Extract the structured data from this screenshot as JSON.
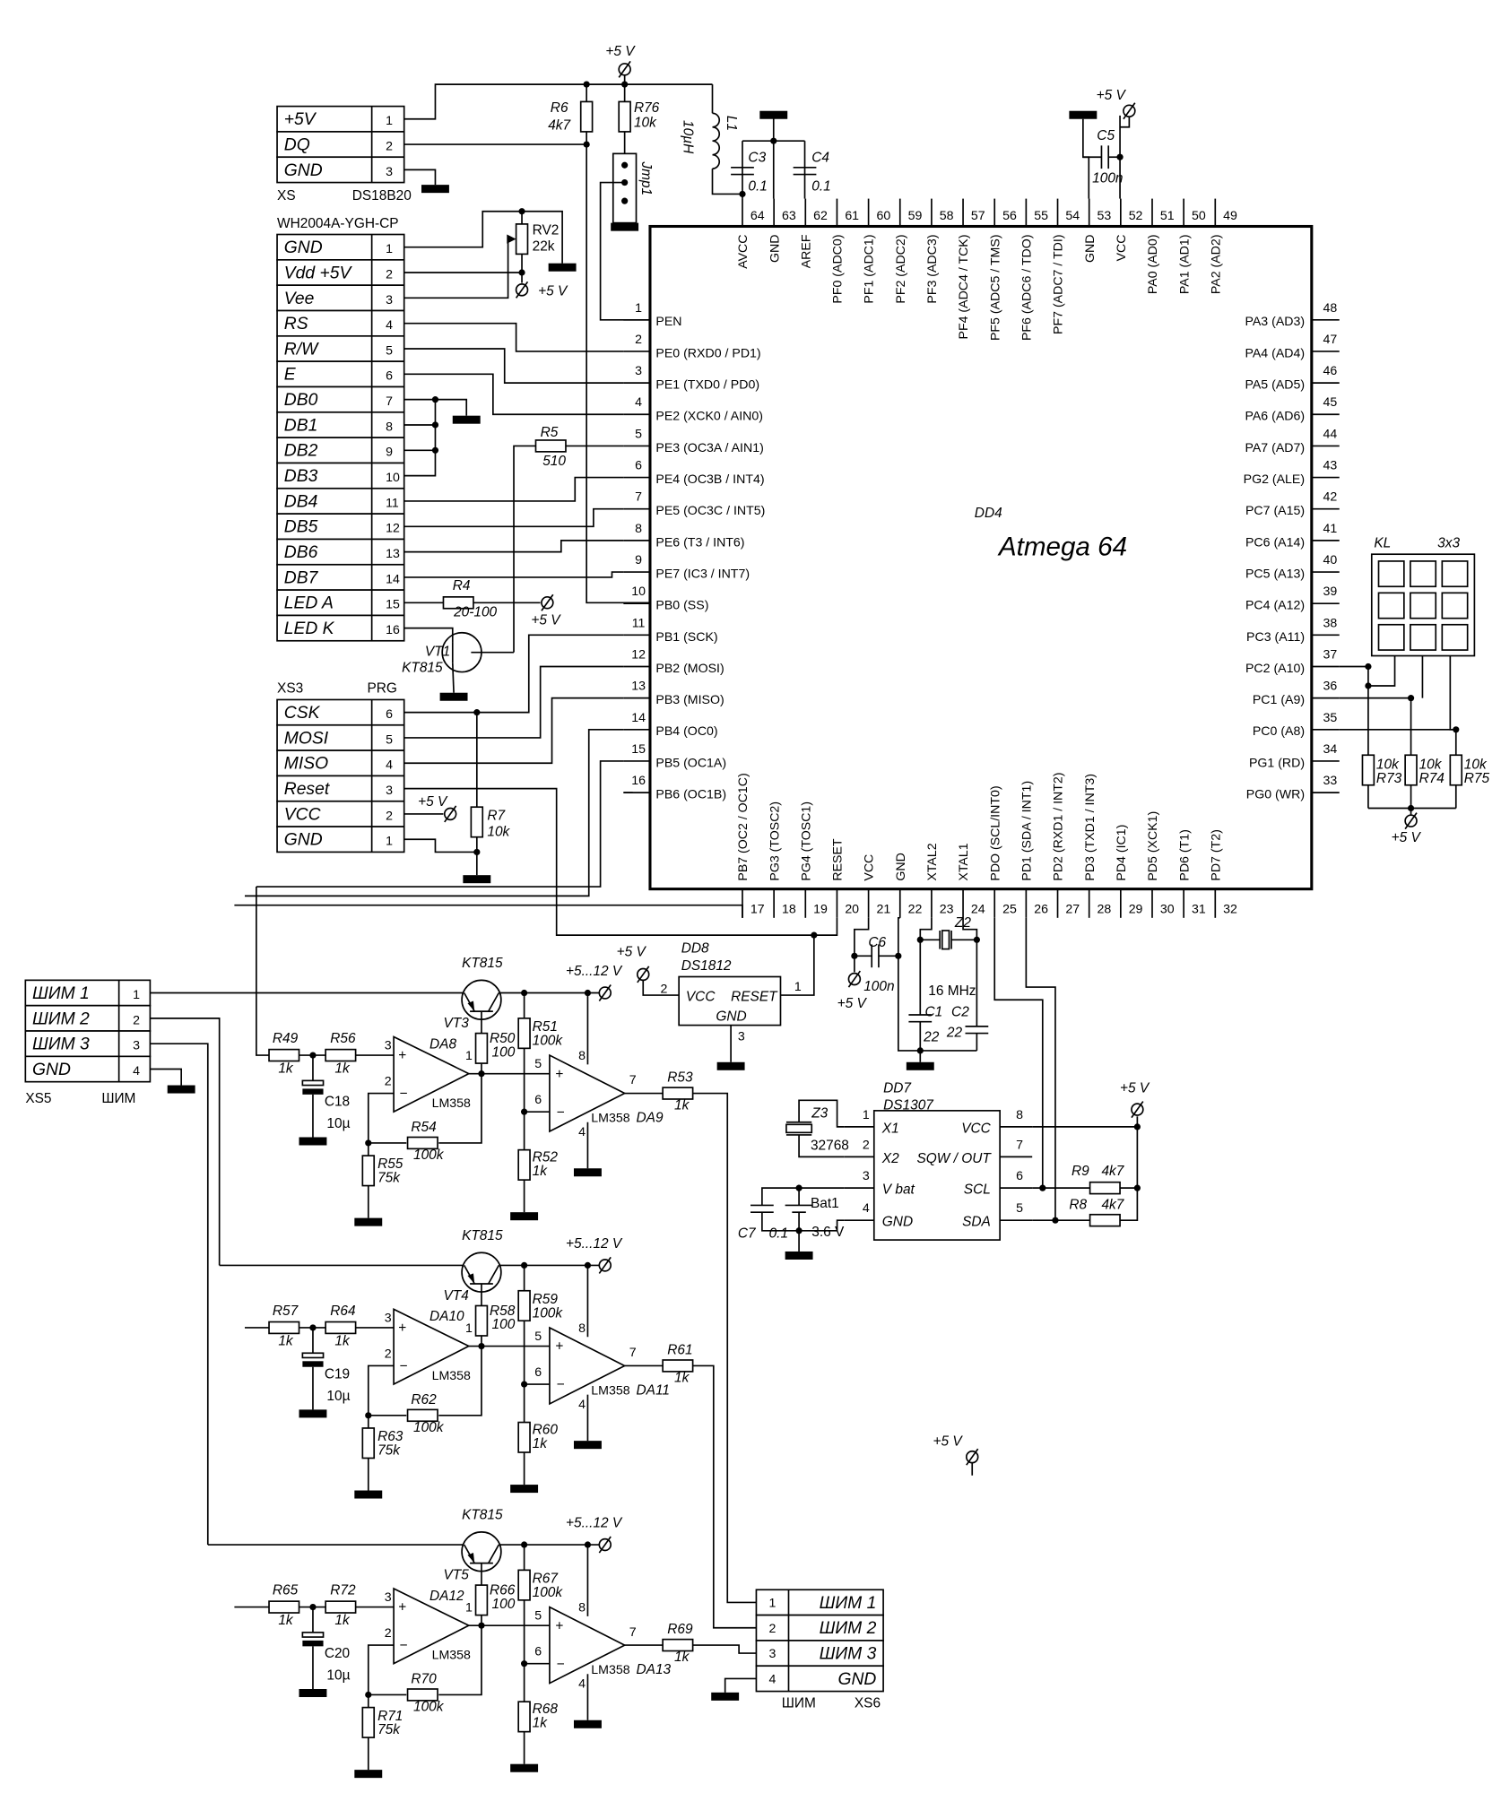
{
  "colors": {
    "ink": "#000000",
    "background": "#ffffff"
  },
  "ds18b20": {
    "ref": "XS",
    "name": "DS18B20",
    "rows": [
      {
        "label": "+5V",
        "pin": "1"
      },
      {
        "label": "DQ",
        "pin": "2"
      },
      {
        "label": "GND",
        "pin": "3"
      }
    ]
  },
  "lcd": {
    "name": "WH2004A-YGH-CP",
    "rows": [
      {
        "label": "GND",
        "pin": "1"
      },
      {
        "label": "Vdd +5V",
        "pin": "2"
      },
      {
        "label": "Vee",
        "pin": "3"
      },
      {
        "label": "RS",
        "pin": "4"
      },
      {
        "label": "R/W",
        "pin": "5"
      },
      {
        "label": "E",
        "pin": "6"
      },
      {
        "label": "DB0",
        "pin": "7"
      },
      {
        "label": "DB1",
        "pin": "8"
      },
      {
        "label": "DB2",
        "pin": "9"
      },
      {
        "label": "DB3",
        "pin": "10"
      },
      {
        "label": "DB4",
        "pin": "11"
      },
      {
        "label": "DB5",
        "pin": "12"
      },
      {
        "label": "DB6",
        "pin": "13"
      },
      {
        "label": "DB7",
        "pin": "14"
      },
      {
        "label": "LED A",
        "pin": "15"
      },
      {
        "label": "LED K",
        "pin": "16"
      }
    ]
  },
  "prg": {
    "ref": "XS3",
    "name": "PRG",
    "rows": [
      {
        "label": "CSK",
        "pin": "6"
      },
      {
        "label": "MOSI",
        "pin": "5"
      },
      {
        "label": "MISO",
        "pin": "4"
      },
      {
        "label": "Reset",
        "pin": "3"
      },
      {
        "label": "VCC",
        "pin": "2"
      },
      {
        "label": "GND",
        "pin": "1"
      }
    ]
  },
  "top": {
    "supply": "+5 V",
    "r6": {
      "ref": "R6",
      "value": "4k7"
    },
    "r76": {
      "ref": "R76",
      "value": "10k"
    },
    "jmp": "Jmp1",
    "l1": {
      "ref": "L1",
      "value": "10µH"
    },
    "c3": {
      "ref": "C3",
      "value": "0.1"
    },
    "c4": {
      "ref": "C4",
      "value": "0.1"
    },
    "c5": {
      "ref": "C5",
      "value": "100n"
    },
    "supply2": "+5 V"
  },
  "lcdpart": {
    "rv2": {
      "ref": "RV2",
      "value": "22k"
    },
    "rv2_supply": "+5 V",
    "r5": {
      "ref": "R5",
      "value": "510"
    },
    "r4": {
      "ref": "R4",
      "value": "20-100"
    },
    "r4_supply": "+5 V",
    "vt1": {
      "ref": "VT1",
      "value": "KT815"
    }
  },
  "prgpart": {
    "vcc_supply": "+5 V",
    "r7": {
      "ref": "R7",
      "value": "10k"
    }
  },
  "mcu": {
    "ref": "DD4",
    "name": "Atmega 64",
    "left": [
      {
        "n": "1",
        "l": "PEN"
      },
      {
        "n": "2",
        "l": "PE0 (RXD0 / PD1)"
      },
      {
        "n": "3",
        "l": "PE1 (TXD0 / PD0)"
      },
      {
        "n": "4",
        "l": "PE2 (XCK0 / AIN0)"
      },
      {
        "n": "5",
        "l": "PE3 (OC3A / AIN1)"
      },
      {
        "n": "6",
        "l": "PE4 (OC3B / INT4)"
      },
      {
        "n": "7",
        "l": "PE5 (OC3C / INT5)"
      },
      {
        "n": "8",
        "l": "PE6 (T3 / INT6)"
      },
      {
        "n": "9",
        "l": "PE7 (IC3 / INT7)"
      },
      {
        "n": "10",
        "l": "PB0 (SS)"
      },
      {
        "n": "11",
        "l": "PB1 (SCK)"
      },
      {
        "n": "12",
        "l": "PB2 (MOSI)"
      },
      {
        "n": "13",
        "l": "PB3 (MISO)"
      },
      {
        "n": "14",
        "l": "PB4 (OC0)"
      },
      {
        "n": "15",
        "l": "PB5 (OC1A)"
      },
      {
        "n": "16",
        "l": "PB6 (OC1B)"
      }
    ],
    "right": [
      {
        "n": "48",
        "l": "PA3 (AD3)"
      },
      {
        "n": "47",
        "l": "PA4 (AD4)"
      },
      {
        "n": "46",
        "l": "PA5 (AD5)"
      },
      {
        "n": "45",
        "l": "PA6 (AD6)"
      },
      {
        "n": "44",
        "l": "PA7 (AD7)"
      },
      {
        "n": "43",
        "l": "PG2 (ALE)"
      },
      {
        "n": "42",
        "l": "PC7 (A15)"
      },
      {
        "n": "41",
        "l": "PC6 (A14)"
      },
      {
        "n": "40",
        "l": "PC5 (A13)"
      },
      {
        "n": "39",
        "l": "PC4 (A12)"
      },
      {
        "n": "38",
        "l": "PC3 (A11)"
      },
      {
        "n": "37",
        "l": "PC2 (A10)"
      },
      {
        "n": "36",
        "l": "PC1 (A9)"
      },
      {
        "n": "35",
        "l": "PC0 (A8)"
      },
      {
        "n": "34",
        "l": "PG1 (RD)"
      },
      {
        "n": "33",
        "l": "PG0 (WR)"
      }
    ],
    "top": [
      {
        "n": "64",
        "l": "AVCC"
      },
      {
        "n": "63",
        "l": "GND"
      },
      {
        "n": "62",
        "l": "AREF"
      },
      {
        "n": "61",
        "l": "PF0 (ADC0)"
      },
      {
        "n": "60",
        "l": "PF1 (ADC1)"
      },
      {
        "n": "59",
        "l": "PF2 (ADC2)"
      },
      {
        "n": "58",
        "l": "PF3 (ADC3)"
      },
      {
        "n": "57",
        "l": "PF4 (ADC4 / TCK)"
      },
      {
        "n": "56",
        "l": "PF5 (ADC5 / TMS)"
      },
      {
        "n": "55",
        "l": "PF6 (ADC6 / TDO)"
      },
      {
        "n": "54",
        "l": "PF7 (ADC7 / TDI)"
      },
      {
        "n": "53",
        "l": "GND"
      },
      {
        "n": "52",
        "l": "VCC"
      },
      {
        "n": "51",
        "l": "PA0 (AD0)"
      },
      {
        "n": "50",
        "l": "PA1 (AD1)"
      },
      {
        "n": "49",
        "l": "PA2 (AD2)"
      }
    ],
    "bottom": [
      {
        "n": "17",
        "l": "PB7 (OC2 / OC1C)"
      },
      {
        "n": "18",
        "l": "PG3 (TOSC2)"
      },
      {
        "n": "19",
        "l": "PG4 (TOSC1)"
      },
      {
        "n": "20",
        "l": "RESET"
      },
      {
        "n": "21",
        "l": "VCC"
      },
      {
        "n": "22",
        "l": "GND"
      },
      {
        "n": "23",
        "l": "XTAL2"
      },
      {
        "n": "24",
        "l": "XTAL1"
      },
      {
        "n": "25",
        "l": "PDO (SCL/INT0)"
      },
      {
        "n": "26",
        "l": "PD1 (SDA / INT1)"
      },
      {
        "n": "27",
        "l": "PD2 (RXD1 / INT2)"
      },
      {
        "n": "28",
        "l": "PD3 (TXD1 / INT3)"
      },
      {
        "n": "29",
        "l": "PD4 (IC1)"
      },
      {
        "n": "30",
        "l": "PD5 (XCK1)"
      },
      {
        "n": "31",
        "l": "PD6 (T1)"
      },
      {
        "n": "32",
        "l": "PD7 (T2)"
      }
    ]
  },
  "keypad": {
    "ref": "KL",
    "name": "3x3"
  },
  "pullups": [
    {
      "ref": "R73",
      "value": "10k"
    },
    {
      "ref": "R74",
      "value": "10k"
    },
    {
      "ref": "R75",
      "value": "10k"
    }
  ],
  "pullups_supply": "+5 V",
  "xs5": {
    "ref": "XS5",
    "name": "ШИМ",
    "rows": [
      {
        "label": "ШИМ 1",
        "pin": "1"
      },
      {
        "label": "ШИМ 2",
        "pin": "2"
      },
      {
        "label": "ШИМ 3",
        "pin": "3"
      },
      {
        "label": "GND",
        "pin": "4"
      }
    ]
  },
  "xs6": {
    "ref": "XS6",
    "name": "ШИМ",
    "rows": [
      {
        "label": "ШИМ 1",
        "pin": "1"
      },
      {
        "label": "ШИМ 2",
        "pin": "2"
      },
      {
        "label": "ШИМ 3",
        "pin": "3"
      },
      {
        "label": "GND",
        "pin": "4"
      }
    ]
  },
  "opamp_pins": {
    "in_p": "3",
    "in_n": "2",
    "out": "1",
    "b_in_p": "5",
    "b_in_n": "6",
    "b_out": "7",
    "vcc": "8",
    "gnd": "4",
    "plus": "+",
    "minus": "−"
  },
  "stages": [
    {
      "tr": "KT815",
      "vt": "VT3",
      "supply": "+5...12 V",
      "ra": {
        "ref": "R49",
        "value": "1k"
      },
      "rb": {
        "ref": "R56",
        "value": "1k"
      },
      "c": {
        "ref": "C18",
        "value": "10µ"
      },
      "da1": "DA8",
      "da1t": "LM358",
      "rc": {
        "ref": "R50",
        "value": "100"
      },
      "rd": {
        "ref": "R51",
        "value": "100k"
      },
      "rfb": {
        "ref": "R54",
        "value": "100k"
      },
      "rg": {
        "ref": "R55",
        "value": "75k"
      },
      "rlow": {
        "ref": "R52",
        "value": "1k"
      },
      "da2": "DA9",
      "da2t": "LM358",
      "rout": {
        "ref": "R53",
        "value": "1k"
      }
    },
    {
      "tr": "KT815",
      "vt": "VT4",
      "supply": "+5...12 V",
      "ra": {
        "ref": "R57",
        "value": "1k"
      },
      "rb": {
        "ref": "R64",
        "value": "1k"
      },
      "c": {
        "ref": "C19",
        "value": "10µ"
      },
      "da1": "DA10",
      "da1t": "LM358",
      "rc": {
        "ref": "R58",
        "value": "100"
      },
      "rd": {
        "ref": "R59",
        "value": "100k"
      },
      "rfb": {
        "ref": "R62",
        "value": "100k"
      },
      "rg": {
        "ref": "R63",
        "value": "75k"
      },
      "rlow": {
        "ref": "R60",
        "value": "1k"
      },
      "da2": "DA11",
      "da2t": "LM358",
      "rout": {
        "ref": "R61",
        "value": "1k"
      }
    },
    {
      "tr": "KT815",
      "vt": "VT5",
      "supply": "+5...12 V",
      "ra": {
        "ref": "R65",
        "value": "1k"
      },
      "rb": {
        "ref": "R72",
        "value": "1k"
      },
      "c": {
        "ref": "C20",
        "value": "10µ"
      },
      "da1": "DA12",
      "da1t": "LM358",
      "rc": {
        "ref": "R66",
        "value": "100"
      },
      "rd": {
        "ref": "R67",
        "value": "100k"
      },
      "rfb": {
        "ref": "R70",
        "value": "100k"
      },
      "rg": {
        "ref": "R71",
        "value": "75k"
      },
      "rlow": {
        "ref": "R68",
        "value": "1k"
      },
      "da2": "DA13",
      "da2t": "LM358",
      "rout": {
        "ref": "R69",
        "value": "1k"
      }
    }
  ],
  "reset": {
    "ref": "DD8",
    "name": "DS1812",
    "supply": "+5 V",
    "vcc": "VCC",
    "reset": "RESET",
    "gnd": "GND",
    "p1": "1",
    "p2": "2",
    "p3": "3"
  },
  "osc": {
    "c6": {
      "ref": "C6",
      "value": "100n"
    },
    "c6_supply": "+5 V",
    "z2": {
      "ref": "Z2",
      "value": "16 MHz"
    },
    "c1": {
      "ref": "C1",
      "value": "22"
    },
    "c2": {
      "ref": "C2",
      "value": "22"
    }
  },
  "rtc": {
    "ref": "DD7",
    "name": "DS1307",
    "left": [
      {
        "n": "1",
        "l": "X1"
      },
      {
        "n": "2",
        "l": "X2"
      },
      {
        "n": "3",
        "l": "V bat"
      },
      {
        "n": "4",
        "l": "GND"
      }
    ],
    "right": [
      {
        "n": "8",
        "l": "VCC"
      },
      {
        "n": "7",
        "l": "SQW / OUT"
      },
      {
        "n": "6",
        "l": "SCL"
      },
      {
        "n": "5",
        "l": "SDA"
      }
    ],
    "z3": {
      "ref": "Z3",
      "value": "32768"
    },
    "bat": {
      "ref": "Bat1",
      "value": "3.6 V"
    },
    "c7": {
      "ref": "C7",
      "value": "0.1"
    },
    "r9": {
      "ref": "R9",
      "value": "4k7"
    },
    "r8": {
      "ref": "R8",
      "value": "4k7"
    },
    "supply": "+5 V"
  },
  "loose_supply": "+5 V"
}
